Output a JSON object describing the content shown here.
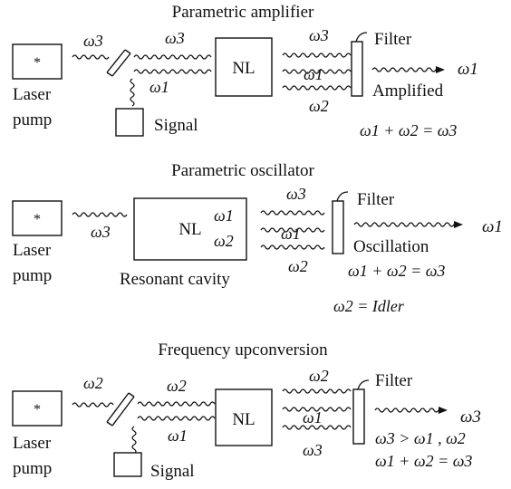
{
  "panels": [
    {
      "title": "Parametric amplifier",
      "pump_symbol": "*",
      "pump_label_1": "Laser",
      "pump_label_2": "pump",
      "pump_beam": "ω3",
      "mixed_beam_top": "ω3",
      "mixed_beam_bottom": "ω1",
      "source_label": "Signal",
      "crystal": "NL",
      "out_top": "ω3",
      "out_mid": "ω1",
      "out_bottom": "ω2",
      "filter_label": "Filter",
      "output_beam": "ω1",
      "output_label": "Amplified",
      "relation": "ω1 + ω2 = ω3"
    },
    {
      "title": "Parametric oscillator",
      "pump_symbol": "*",
      "pump_label_1": "Laser",
      "pump_label_2": "pump",
      "pump_beam": "ω3",
      "crystal": "NL",
      "cavity_mode_1": "ω1",
      "cavity_mode_2": "ω2",
      "cavity_label": "Resonant cavity",
      "out_top": "ω3",
      "out_mid": "ω1",
      "out_bottom": "ω2",
      "filter_label": "Filter",
      "output_beam": "ω1",
      "output_label": "Oscillation",
      "relation": "ω1 + ω2 = ω3",
      "idler_relation": "ω2 = Idler"
    },
    {
      "title": "Frequency upconversion",
      "pump_symbol": "*",
      "pump_label_1": "Laser",
      "pump_label_2": "pump",
      "pump_beam": "ω2",
      "mixed_beam_top": "ω2",
      "mixed_beam_bottom": "ω1",
      "source_label": "Signal",
      "crystal": "NL",
      "out_top": "ω2",
      "out_mid": "ω1",
      "out_bottom": "ω3",
      "filter_label": "Filter",
      "output_beam": "ω3",
      "condition": "ω3 > ω1 , ω2",
      "relation": "ω1 + ω2 = ω3"
    }
  ]
}
